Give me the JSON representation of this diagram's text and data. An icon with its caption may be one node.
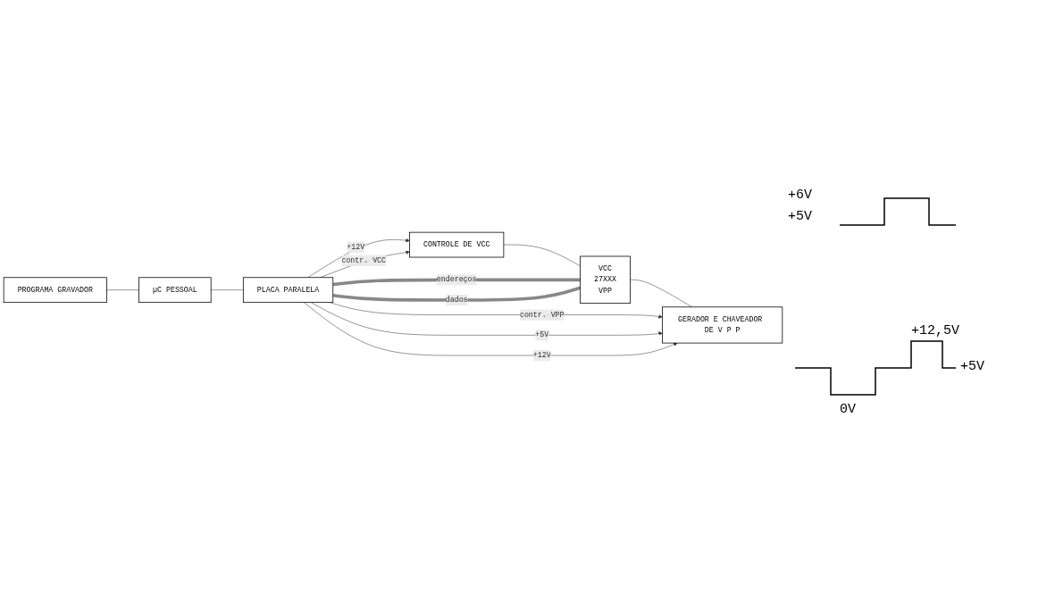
{
  "diagram": {
    "nodes": [
      {
        "text": [
          "PROGRAMA GRAVADOR"
        ]
      },
      {
        "text": [
          "µC PESSOAL"
        ]
      },
      {
        "text": [
          "PLACA PARALELA"
        ]
      },
      {
        "text": [
          "CONTROLE DE VCC"
        ]
      },
      {
        "text": [
          "VCC",
          "27XXX",
          "VPP"
        ]
      },
      {
        "text": [
          "GERADOR E CHAVEADOR DE V P P"
        ]
      }
    ],
    "edges": [
      {
        "from": 0,
        "to": 1,
        "arrow": "none"
      },
      {
        "from": 1,
        "to": 2,
        "arrow": "none"
      },
      {
        "from": 2,
        "to": 3,
        "arrow": "to",
        "label": "+12V"
      },
      {
        "from": 2,
        "to": 3,
        "arrow": "to",
        "label": "contr. VCC"
      },
      {
        "from": 3,
        "to": 4,
        "arrow": "none"
      },
      {
        "from": 2,
        "to": 4,
        "arrow": "none",
        "label": "endereços",
        "style": "thick"
      },
      {
        "from": 2,
        "to": 4,
        "arrow": "none",
        "label": "dados",
        "style": "thick"
      },
      {
        "from": 4,
        "to": 5,
        "arrow": "none"
      },
      {
        "from": 2,
        "to": 5,
        "arrow": "to",
        "label": "contr. VPP"
      },
      {
        "from": 2,
        "to": 5,
        "arrow": "to",
        "label": "+5V"
      },
      {
        "from": 2,
        "to": 5,
        "arrow": "to",
        "label": "+12V"
      }
    ],
    "labels": [
      "+6V",
      "+5V",
      "+12,5V",
      "+5V",
      "0V"
    ]
  }
}
